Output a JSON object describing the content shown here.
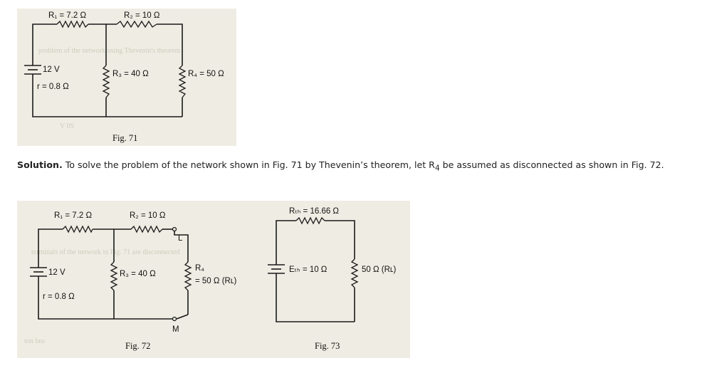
{
  "fig71": {
    "r1": "R₁ = 7.2 Ω",
    "r2": "R₂ = 10 Ω",
    "r3": "R₃ = 40 Ω",
    "r4": "R₄ = 50 Ω",
    "emf": "12 V",
    "r_internal": "r = 0.8 Ω",
    "caption": "Fig. 71"
  },
  "paragraph": {
    "bold": "Solution.",
    "text_before_sub": " To solve the problem of the network shown in Fig. 71 by Thevenin’s theorem, let R",
    "sub": "4",
    "text_after_sub": " be assumed as disconnected as shown in Fig. 72."
  },
  "fig72": {
    "r1": "R₁ = 7.2 Ω",
    "r2": "R₂ = 10 Ω",
    "r3": "R₃ = 40 Ω",
    "r4_line1": "R₄",
    "r4_line2": "= 50 Ω (Rʟ)",
    "emf": "12 V",
    "r_internal": "r = 0.8 Ω",
    "terminal_l": "L",
    "terminal_m": "M",
    "caption": "Fig. 72"
  },
  "fig73": {
    "rth": "Rₜₕ = 16.66 Ω",
    "eth": "Eₜₕ = 10 Ω",
    "rl": "50 Ω (Rʟ)",
    "caption": "Fig. 73"
  }
}
